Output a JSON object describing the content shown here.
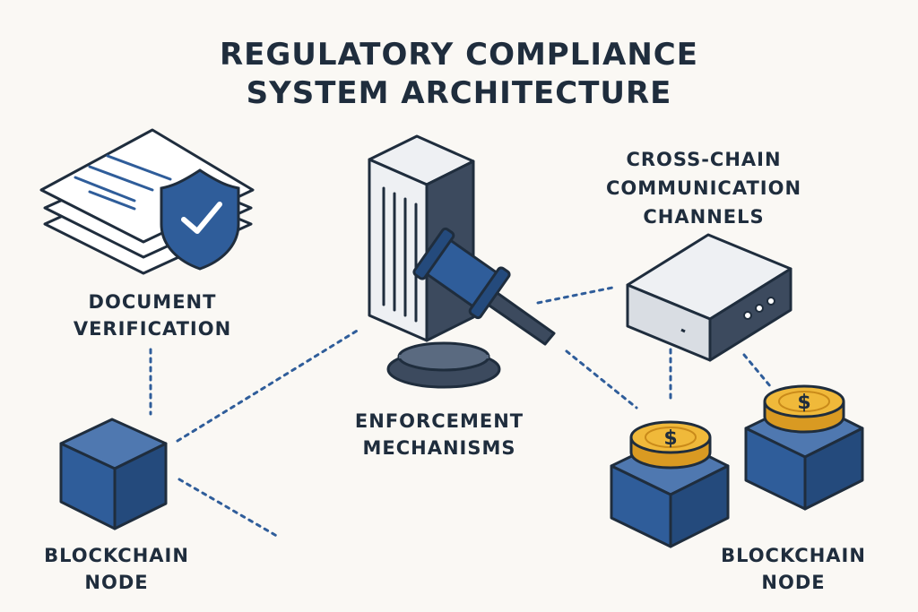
{
  "title": {
    "line1": "REGULATORY COMPLIANCE",
    "line2": "SYSTEM ARCHITECTURE"
  },
  "nodes": {
    "document_verification": {
      "line1": "DOCUMENT",
      "line2": "VERIFICATION"
    },
    "enforcement": {
      "line1": "ENFORCEMENT",
      "line2": "MECHANISMS"
    },
    "cross_chain": {
      "line1": "CROSS-CHAIN",
      "line2": "COMMUNICATION",
      "line3": "CHANNELS"
    },
    "blockchain_node_left": {
      "line1": "BLOCKCHAIN",
      "line2": "NODE"
    },
    "blockchain_node_right": {
      "line1": "BLOCKCHAIN",
      "line2": "NODE"
    }
  },
  "icons": {
    "coin_symbol": "$"
  },
  "colors": {
    "background": "#faf8f4",
    "ink": "#1f2d3d",
    "blue": "#2f5d9a",
    "blue_dark": "#244a7c",
    "gold": "#f0b93a",
    "gray": "#d9dde3",
    "connector": "#2f5d9a"
  }
}
